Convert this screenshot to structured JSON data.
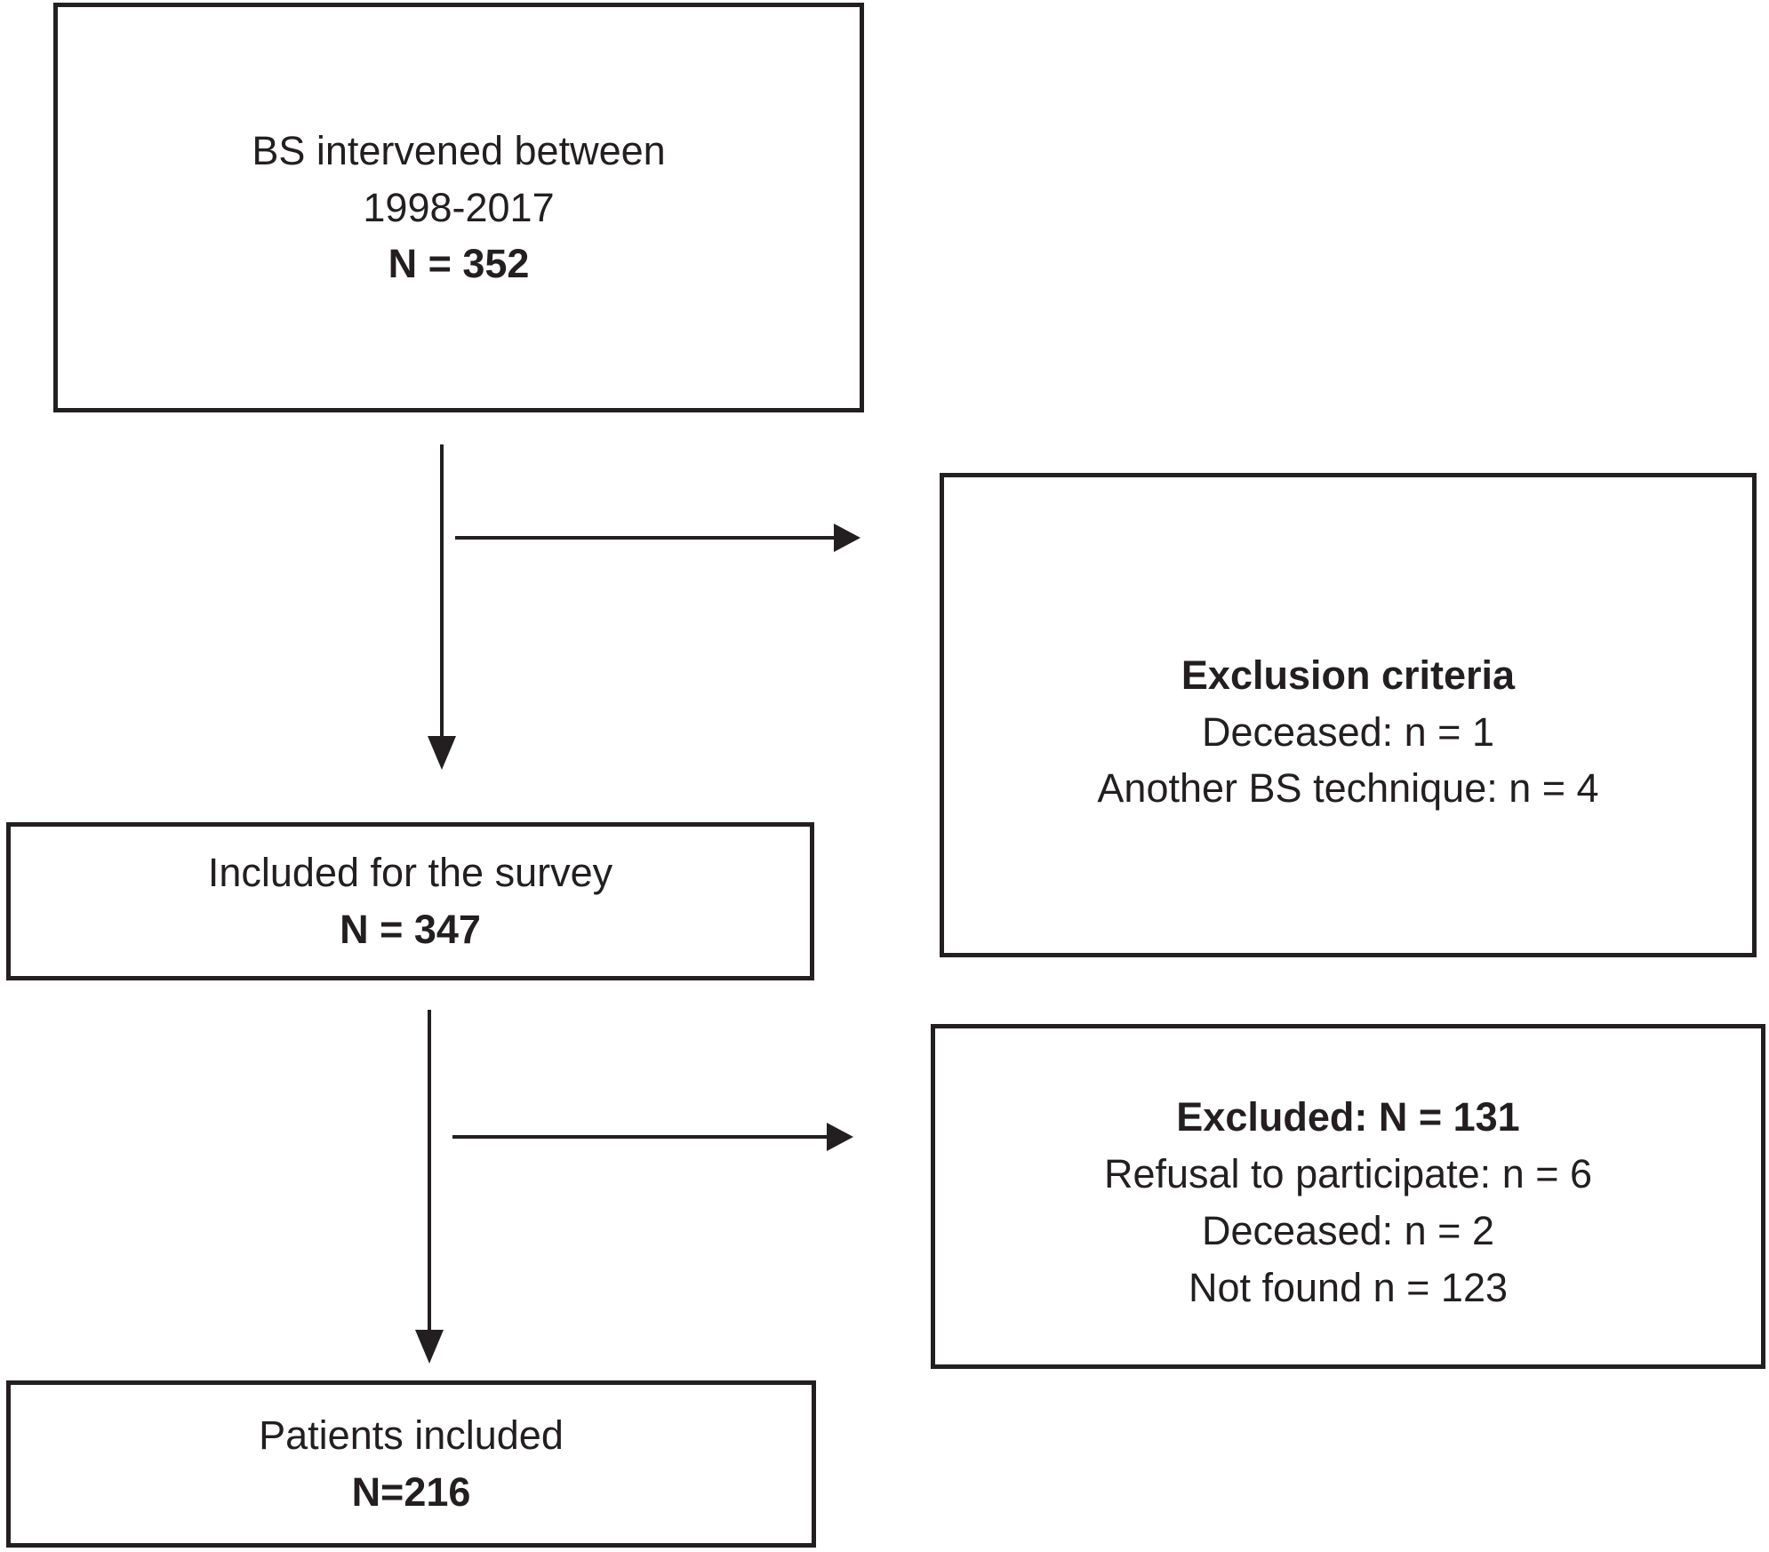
{
  "figure": {
    "background_color": "#ffffff",
    "line_color": "#231f20",
    "boxes": {
      "bs_intervened": {
        "line1": "BS intervened between",
        "line2": "1998-2017",
        "count": "N = 352"
      },
      "exclusion_criteria": {
        "title": "Exclusion criteria",
        "line1": "Deceased: n = 1",
        "line2": "Another BS technique: n = 4"
      },
      "included_survey": {
        "line1": "Included for the survey",
        "count": "N = 347"
      },
      "excluded": {
        "title": "Excluded: N = 131",
        "line1": "Refusal to participate: n = 6",
        "line2": "Deceased: n = 2",
        "line3": "Not found n = 123"
      },
      "patients_included": {
        "line1": "Patients included",
        "count": "N=216"
      }
    }
  }
}
